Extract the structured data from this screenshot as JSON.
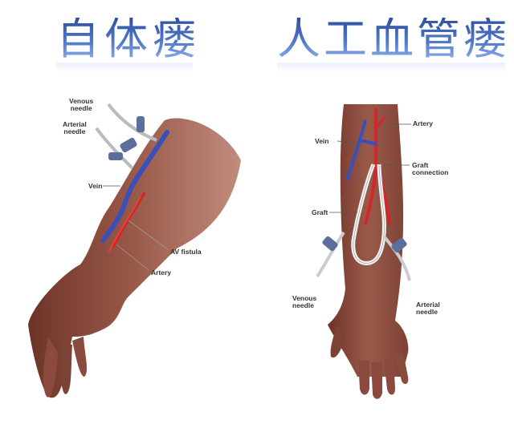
{
  "titles": {
    "left": "自体瘘",
    "right": "人工血管瘘"
  },
  "left_diagram": {
    "name": "Autogenous AV fistula",
    "labels": {
      "venous_needle": "Venous\nneedle",
      "arterial_needle": "Arterial\nneedle",
      "vein": "Vein",
      "av_fistula": "AV fistula",
      "artery": "Artery"
    }
  },
  "right_diagram": {
    "name": "Arteriovenous graft",
    "labels": {
      "artery": "Artery",
      "vein": "Vein",
      "graft_connection": "Graft\nconnection",
      "graft": "Graft",
      "venous_needle": "Venous\nneedle",
      "arterial_needle": "Arterial\nneedle"
    }
  },
  "colors": {
    "title_blue": "#4a6fbf",
    "skin": "#8a4a3e",
    "vein": "#3b4fb8",
    "artery": "#d2262a",
    "needle_wing": "#5c6f9c",
    "graft": "#f0f0f0"
  }
}
